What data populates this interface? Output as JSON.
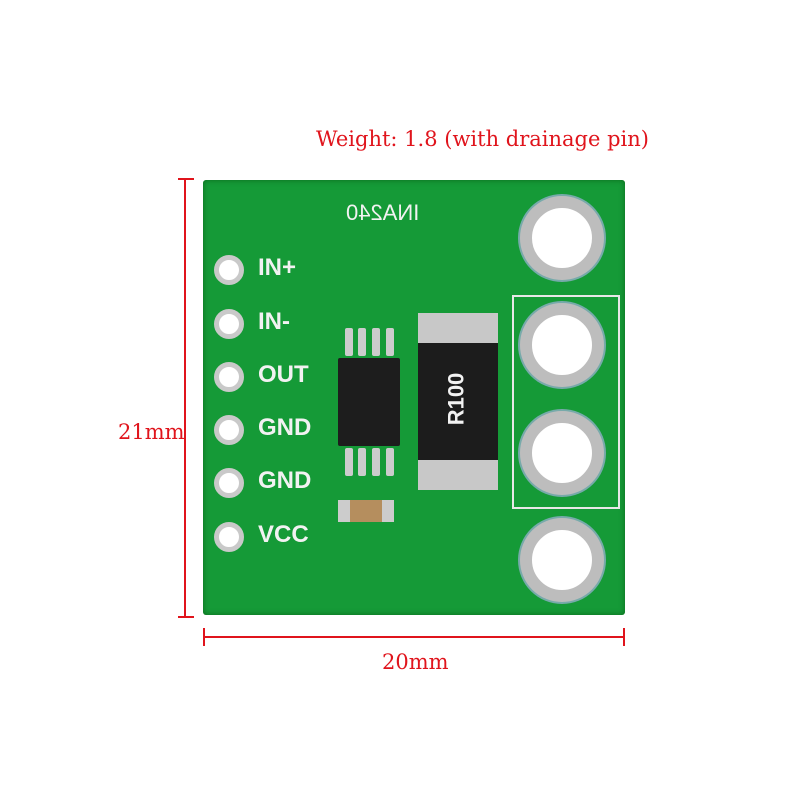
{
  "weight_text": "Weight: 1.8 (with drainage pin)",
  "height_dim": "21mm",
  "width_dim": "20mm",
  "board": {
    "chip_label": "INA240",
    "resistor_label": "R100",
    "pins": [
      "IN+",
      "IN-",
      "OUT",
      "GND",
      "GND",
      "VCC"
    ]
  },
  "colors": {
    "board": "#159a37",
    "dimension": "#e0141c"
  }
}
